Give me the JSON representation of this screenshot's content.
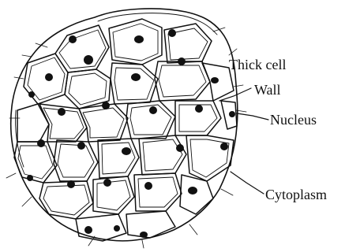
{
  "diagram": {
    "labels": {
      "thick_cell": "Thick cell",
      "wall": "Wall",
      "nucleus": "Nucleus",
      "cytoplasm": "Cytoplasm"
    },
    "colors": {
      "ink": "#111111",
      "paper": "#ffffff"
    }
  }
}
